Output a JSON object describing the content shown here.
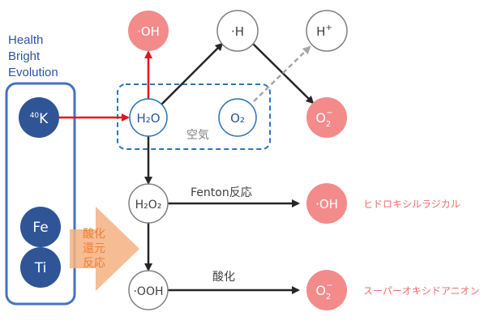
{
  "brand": {
    "line1": "Health",
    "line2": "Bright",
    "line3": "Evolution"
  },
  "nodes": {
    "oh_top": "·OH",
    "h_radical": "·H",
    "h_plus": "H",
    "h_plus_sup": "+",
    "k40_mass": "40",
    "k40_symbol": "K",
    "h2o": "H₂O",
    "o2_air": "O₂",
    "air_label": "空気",
    "o2_minus_top": "O",
    "o2_minus_top_sub": "2",
    "o2_minus_top_sup": "−",
    "fe": "Fe",
    "ti": "Ti",
    "h2o2": "H₂O₂",
    "oh_mid": "·OH",
    "ooh": "·OOH",
    "o2_minus_bottom": "O",
    "o2_minus_bottom_sub": "2",
    "o2_minus_bottom_sup": "−"
  },
  "labels": {
    "fenton": "Fenton反応",
    "oxidation": "酸化",
    "redox_line1": "酸化",
    "redox_line2": "還元",
    "redox_line3": "反応",
    "hydroxyl_radical": "ヒドロキシルラジカル",
    "superoxide_anion": "スーパーオキシドアニオン"
  },
  "colors": {
    "dark_blue": "#2f5597",
    "frame_blue": "#4472c4",
    "pink": "#f38b8b",
    "pink_text": "#ee6b6b",
    "red_arrow": "#e8131f",
    "gray_arrow": "#a6a6a6",
    "dark_arrow": "#262626",
    "orange_arrow": "#f4b183",
    "orange_text": "#ed7d31",
    "gray_text": "#595959"
  }
}
